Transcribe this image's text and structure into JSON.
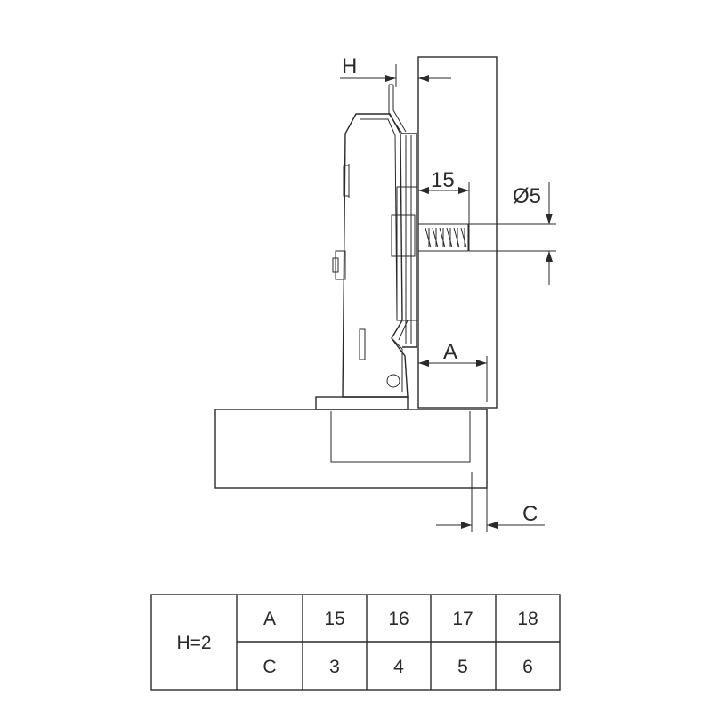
{
  "labels": {
    "h": "H",
    "screw_length": "15",
    "diameter": "Ø5",
    "a": "A",
    "c": "C"
  },
  "table": {
    "group_label": "H=2",
    "rows": [
      {
        "key": "A",
        "values": [
          "15",
          "16",
          "17",
          "18"
        ]
      },
      {
        "key": "C",
        "values": [
          "3",
          "4",
          "5",
          "6"
        ]
      }
    ]
  }
}
